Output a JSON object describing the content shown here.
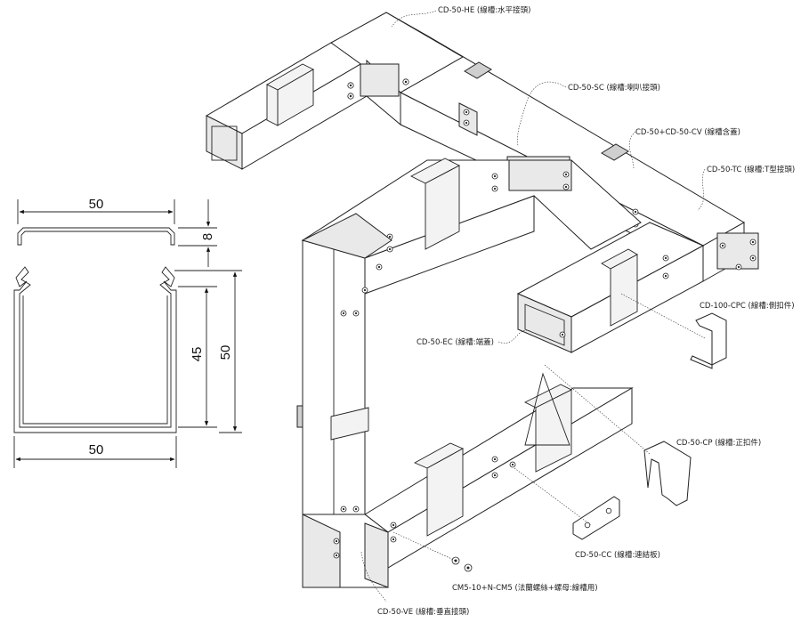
{
  "section": {
    "cover_width": "50",
    "cover_height": "8",
    "body_inner_height": "45",
    "body_outer_height": "50",
    "body_width": "50"
  },
  "labels": {
    "he": "CD-50-HE (線槽:水平接頭)",
    "sc": "CD-50-SC (線槽:喇叭接頭)",
    "cv": "CD-50+CD-50-CV (線槽含蓋)",
    "tc": "CD-50-TC (線槽:T型接頭)",
    "cpc": "CD-100-CPC (線槽:側扣件)",
    "ec": "CD-50-EC (線槽:端蓋)",
    "cp": "CD-50-CP (線槽:正扣件)",
    "cc": "CD-50-CC (線槽:連結板)",
    "cm5": "CM5-10+N-CM5 (法蘭螺絲+螺母:線槽用)",
    "ve": "CD-50-VE (線槽:垂直接頭)"
  },
  "colors": {
    "line": "#222222",
    "shade_light": "#e9e9e9",
    "shade_dark": "#cfcfcf",
    "background": "#ffffff"
  }
}
